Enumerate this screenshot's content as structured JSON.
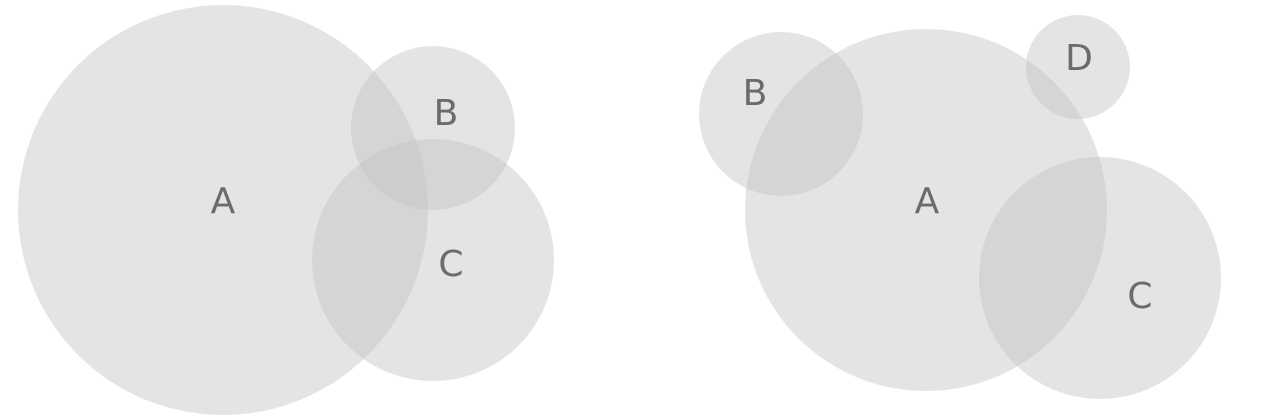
{
  "colors": {
    "circle_fill": "#c4c4c4",
    "label_text": "#6b6b6b",
    "background": "#ffffff"
  },
  "diagrams": [
    {
      "id": "diagram-1",
      "sets": [
        {
          "label": "A"
        },
        {
          "label": "B"
        },
        {
          "label": "C"
        }
      ]
    },
    {
      "id": "diagram-2",
      "sets": [
        {
          "label": "A"
        },
        {
          "label": "B"
        },
        {
          "label": "D"
        },
        {
          "label": "C"
        }
      ]
    }
  ]
}
